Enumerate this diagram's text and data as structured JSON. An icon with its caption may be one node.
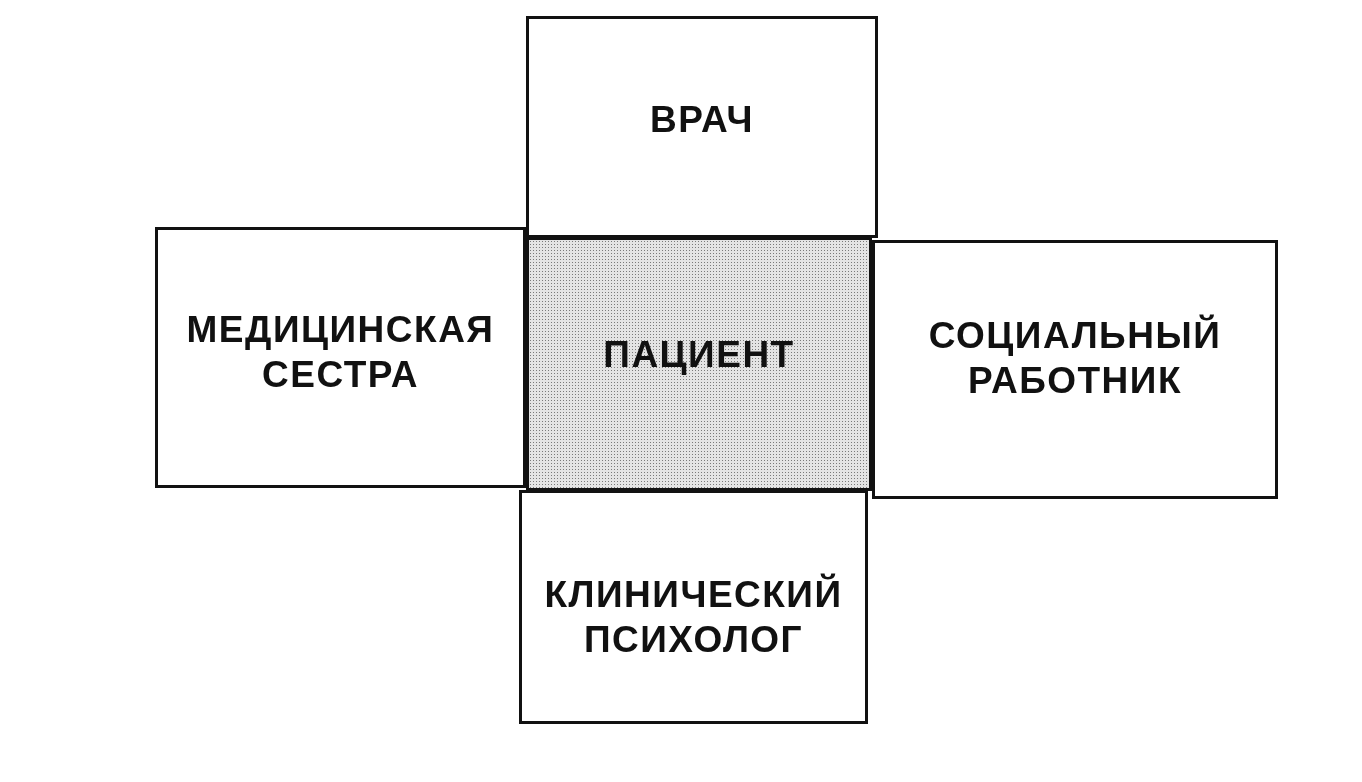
{
  "diagram": {
    "nodes": [
      {
        "text": [
          "ВРАЧ"
        ]
      },
      {
        "text": [
          "МЕДИЦИНСКАЯ СЕСТРА"
        ]
      },
      {
        "text": [
          "ПАЦИЕНТ"
        ]
      },
      {
        "text": [
          "СОЦИАЛЬНЫЙ РАБОТНИК"
        ]
      },
      {
        "text": [
          "КЛИНИЧЕСКИЙ ПСИХОЛОГ"
        ]
      }
    ]
  }
}
